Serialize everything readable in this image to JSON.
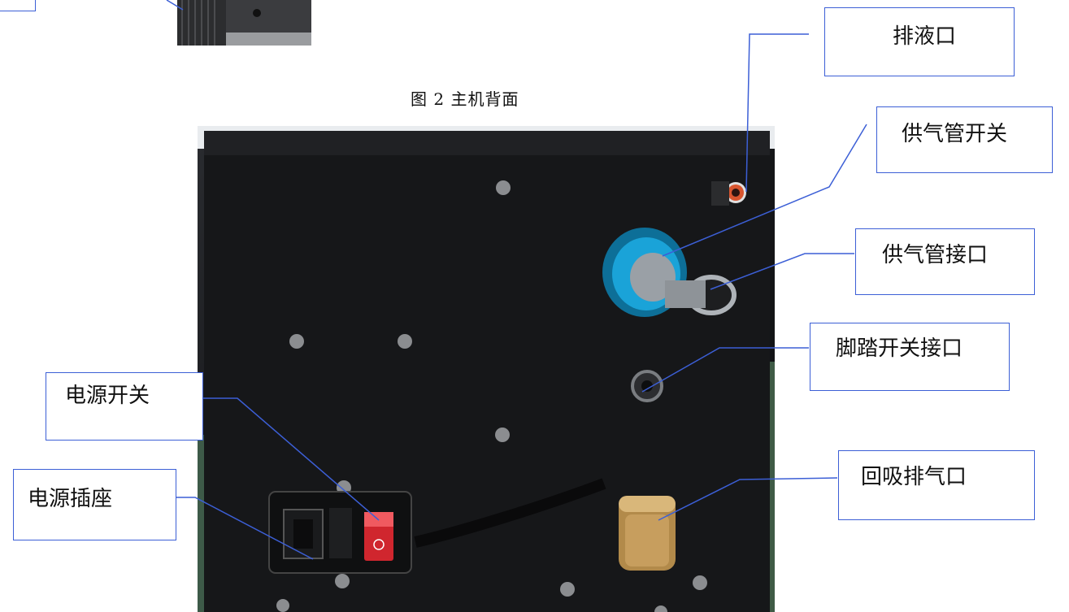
{
  "caption": "图 2 主机背面",
  "callouts": {
    "drain_port": "排液口",
    "gas_pipe_switch": "供气管开关",
    "gas_pipe_port": "供气管接口",
    "foot_switch_port": "脚踏开关接口",
    "power_switch": "电源开关",
    "power_socket": "电源插座",
    "suction_exhaust": "回吸排气口"
  },
  "colors": {
    "callout_border": "#3c5fd6",
    "leader_line": "#3c5fd6",
    "panel": "#151618",
    "blue_knob": "#1aa3d8",
    "brass": "#b28a4a",
    "switch_red": "#d0262e"
  }
}
